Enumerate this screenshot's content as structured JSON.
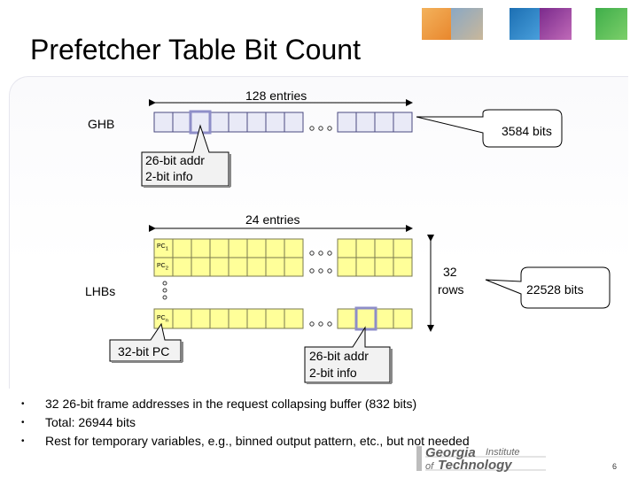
{
  "slide": {
    "title": "Prefetcher Table Bit Count",
    "page_number": "6",
    "logo_text": "Georgia Institute of Technology"
  },
  "ghb": {
    "label": "GHB",
    "entries_label": "128 entries",
    "bits_label": "3584 bits",
    "note_line1": "26-bit addr",
    "note_line2": "2-bit info"
  },
  "lhb": {
    "label": "LHBs",
    "entries_label": "24 entries",
    "rows_line1": "32",
    "rows_line2": "rows",
    "bits_label": "22528 bits",
    "pc_note": "32-bit PC",
    "note_line1": "26-bit addr",
    "note_line2": "2-bit info",
    "pc_labels": [
      "PC1",
      "PC2",
      "PCn"
    ]
  },
  "bullets": [
    "32 26-bit frame addresses in the request collapsing buffer (832 bits)",
    "Total: 26944 bits",
    "Rest for temporary variables, e.g., binned output pattern, etc., but not needed"
  ],
  "bullet_marker": "•",
  "colors": {
    "ghb_cell": "#e9eaf7",
    "lhb_cell": "#ffff99",
    "highlight": "#8e8ec8"
  }
}
